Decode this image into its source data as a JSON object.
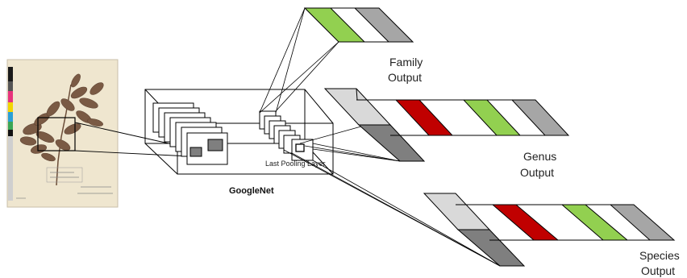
{
  "labels": {
    "family": [
      "Family",
      "Output"
    ],
    "genus": [
      "Genus",
      "Output"
    ],
    "species": [
      "Species",
      "Output"
    ],
    "network": "GoogleNet",
    "pooling": "Last Pooling Layer"
  },
  "colors": {
    "green": "#92d050",
    "red": "#c00000",
    "gray": "#a6a6a6",
    "light_gray": "#d9d9d9",
    "dark_gray": "#7f7f7f",
    "herbarium_paper": "#efe6cf",
    "leaf_brown": "#7a5a44"
  },
  "icons": {
    "specimen": "herbarium-specimen-image",
    "network_box": "3d-box"
  }
}
